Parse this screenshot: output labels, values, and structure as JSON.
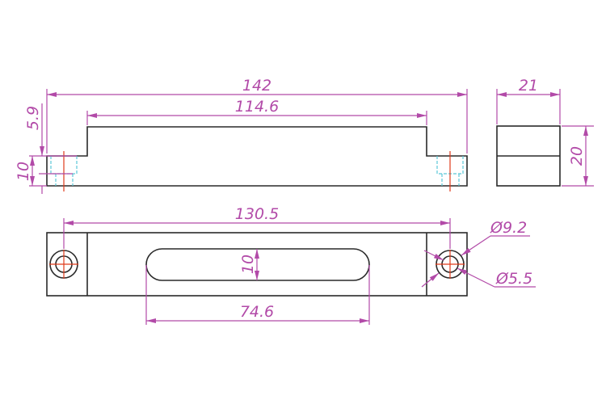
{
  "drawing": {
    "front_view": {
      "overall_length": "142",
      "top_length": "114.6",
      "step_height": "5.9",
      "base_height": "10"
    },
    "side_view": {
      "width": "21",
      "height": "20"
    },
    "top_view": {
      "hole_spacing": "130.5",
      "slot_width": "10",
      "slot_length": "74.6",
      "counterbore_dia": "Ø9.2",
      "hole_dia": "Ø5.5"
    },
    "colors": {
      "object": "#2a2a2a",
      "dimension": "#b24aa8",
      "hidden": "#5cc8d8",
      "center": "#e03a1a"
    }
  }
}
